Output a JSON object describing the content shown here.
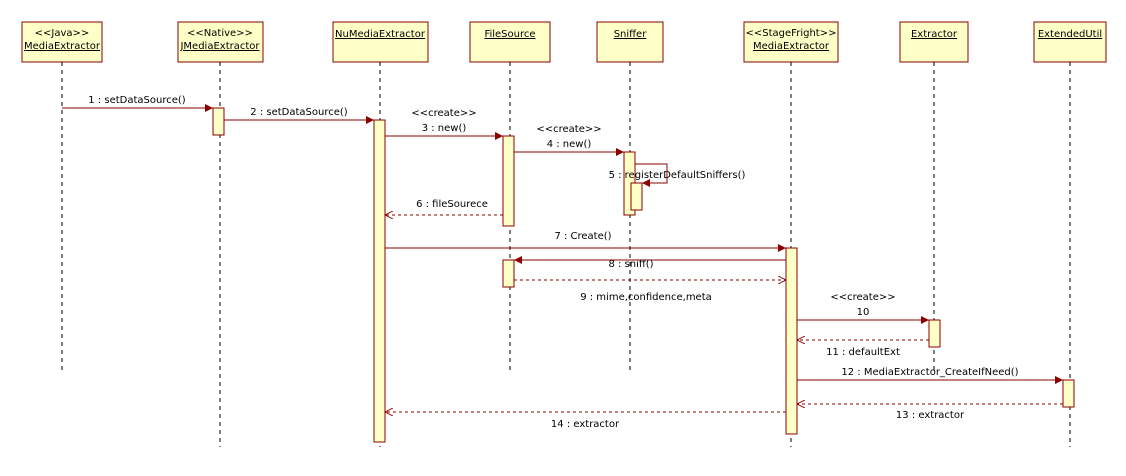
{
  "participants": [
    {
      "id": "p1",
      "stereotype": "<<Java>>",
      "name": "MediaExtractor"
    },
    {
      "id": "p2",
      "stereotype": "<<Native>>",
      "name": "JMediaExtractor"
    },
    {
      "id": "p3",
      "stereotype": "",
      "name": "NuMediaExtractor"
    },
    {
      "id": "p4",
      "stereotype": "",
      "name": "FileSource"
    },
    {
      "id": "p5",
      "stereotype": "",
      "name": "Sniffer"
    },
    {
      "id": "p6",
      "stereotype": "<<StageFright>>",
      "name": "MediaExtractor"
    },
    {
      "id": "p7",
      "stereotype": "",
      "name": "Extractor"
    },
    {
      "id": "p8",
      "stereotype": "",
      "name": "ExtendedUtil"
    }
  ],
  "messages": [
    {
      "id": "m1",
      "label": "1 : setDataSource()",
      "stereotype": "",
      "from": "p1",
      "to": "p2",
      "kind": "call"
    },
    {
      "id": "m2",
      "label": "2 : setDataSource()",
      "stereotype": "",
      "from": "p2",
      "to": "p3",
      "kind": "call"
    },
    {
      "id": "m3",
      "label": "3 : new()",
      "stereotype": "<<create>>",
      "from": "p3",
      "to": "p4",
      "kind": "call"
    },
    {
      "id": "m4",
      "label": "4 : new()",
      "stereotype": "<<create>>",
      "from": "p4",
      "to": "p5",
      "kind": "call"
    },
    {
      "id": "m5",
      "label": "5 : registerDefaultSniffers()",
      "stereotype": "",
      "from": "p5",
      "to": "p5",
      "kind": "self"
    },
    {
      "id": "m6",
      "label": "6 : fileSourece",
      "stereotype": "",
      "from": "p4",
      "to": "p3",
      "kind": "return"
    },
    {
      "id": "m7",
      "label": "7 : Create()",
      "stereotype": "",
      "from": "p3",
      "to": "p6",
      "kind": "call"
    },
    {
      "id": "m8",
      "label": "8 : sniff()",
      "stereotype": "",
      "from": "p6",
      "to": "p4",
      "kind": "call"
    },
    {
      "id": "m9",
      "label": "9 : mime,confidence,meta",
      "stereotype": "",
      "from": "p4",
      "to": "p6",
      "kind": "return"
    },
    {
      "id": "m10",
      "label": "10",
      "stereotype": "<<create>>",
      "from": "p6",
      "to": "p7",
      "kind": "call"
    },
    {
      "id": "m11",
      "label": "11 : defaultExt",
      "stereotype": "",
      "from": "p7",
      "to": "p6",
      "kind": "return"
    },
    {
      "id": "m12",
      "label": "12 : MediaExtractor_CreateIfNeed()",
      "stereotype": "",
      "from": "p6",
      "to": "p8",
      "kind": "call"
    },
    {
      "id": "m13",
      "label": "13 : extractor",
      "stereotype": "",
      "from": "p8",
      "to": "p6",
      "kind": "return"
    },
    {
      "id": "m14",
      "label": "14 : extractor",
      "stereotype": "",
      "from": "p6",
      "to": "p3",
      "kind": "return"
    }
  ],
  "colors": {
    "header_fill": "#ffffc8",
    "border": "#8b0000",
    "arrow": "#8b0000"
  }
}
